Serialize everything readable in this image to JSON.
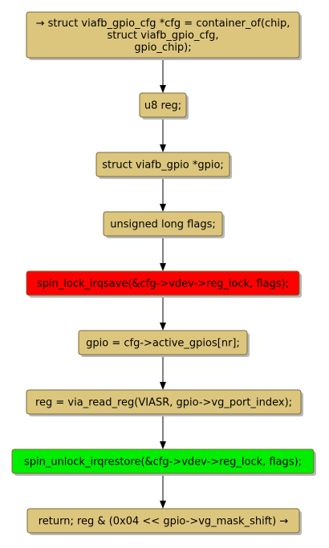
{
  "colors": {
    "default_fill": "#dcc67e",
    "lock_fill": "#ff0000",
    "unlock_fill": "#00ee00",
    "arrow": "#000000"
  },
  "nodes": [
    {
      "id": "cfg-decl",
      "lines": [
        "→ struct viafb_gpio_cfg *cfg = container_of(chip,",
        "struct viafb_gpio_cfg,",
        "gpio_chip);"
      ],
      "fill": "default_fill"
    },
    {
      "id": "reg-decl",
      "lines": [
        "u8 reg;"
      ],
      "fill": "default_fill"
    },
    {
      "id": "gpio-decl",
      "lines": [
        "struct viafb_gpio *gpio;"
      ],
      "fill": "default_fill"
    },
    {
      "id": "flags-decl",
      "lines": [
        "unsigned long flags;"
      ],
      "fill": "default_fill"
    },
    {
      "id": "spin-lock",
      "lines": [
        "spin_lock_irqsave(&cfg->vdev->reg_lock, flags);"
      ],
      "fill": "lock_fill"
    },
    {
      "id": "gpio-assign",
      "lines": [
        "gpio = cfg->active_gpios[nr];"
      ],
      "fill": "default_fill"
    },
    {
      "id": "reg-read",
      "lines": [
        "reg = via_read_reg(VIASR, gpio->vg_port_index);"
      ],
      "fill": "default_fill"
    },
    {
      "id": "spin-unlock",
      "lines": [
        "spin_unlock_irqrestore(&cfg->vdev->reg_lock, flags);"
      ],
      "fill": "unlock_fill"
    },
    {
      "id": "return-stmt",
      "lines": [
        "return; reg & (0x04 << gpio->vg_mask_shift) →"
      ],
      "fill": "default_fill"
    }
  ],
  "edges": [
    [
      "cfg-decl",
      "reg-decl"
    ],
    [
      "reg-decl",
      "gpio-decl"
    ],
    [
      "gpio-decl",
      "flags-decl"
    ],
    [
      "flags-decl",
      "spin-lock"
    ],
    [
      "spin-lock",
      "gpio-assign"
    ],
    [
      "gpio-assign",
      "reg-read"
    ],
    [
      "reg-read",
      "spin-unlock"
    ],
    [
      "spin-unlock",
      "return-stmt"
    ]
  ]
}
